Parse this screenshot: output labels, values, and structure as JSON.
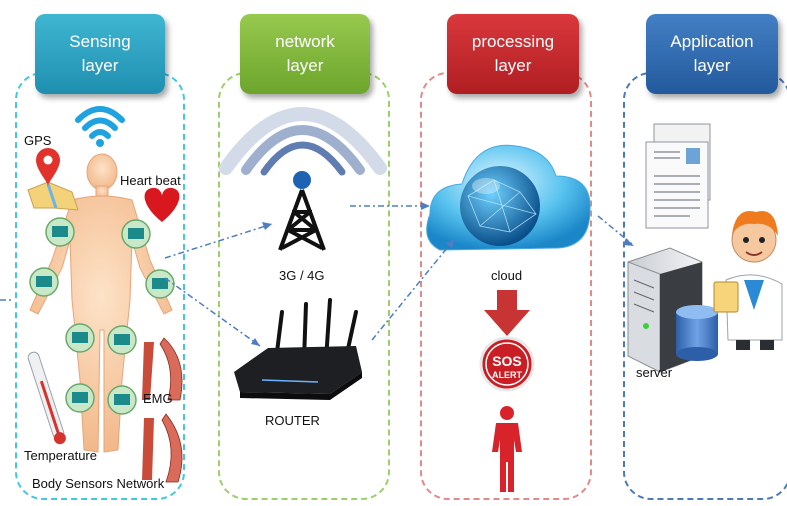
{
  "layers": [
    {
      "line1": "Sensing",
      "line2": "layer",
      "color": "#2aa4c4",
      "border": "#40c9dd"
    },
    {
      "line1": "network",
      "line2": "layer",
      "color": "#83b73d",
      "border": "#9ccf6a"
    },
    {
      "line1": "processing",
      "line2": "layer",
      "color": "#c9292d",
      "border": "#e08a8a"
    },
    {
      "line1": "Application",
      "line2": "layer",
      "color": "#2f6db3",
      "border": "#4c79b8"
    }
  ],
  "sensing": {
    "gps": "GPS",
    "heart_beat": "Heart beat",
    "emg": "EMG",
    "temperature": "Temperature",
    "network_label": "Body Sensors Network"
  },
  "network": {
    "tower_label": "3G / 4G",
    "router_label": "ROUTER"
  },
  "processing": {
    "cloud_label": "cloud",
    "sos_line1": "SOS",
    "sos_line2": "ALERT"
  },
  "application": {
    "server_label": "server"
  }
}
